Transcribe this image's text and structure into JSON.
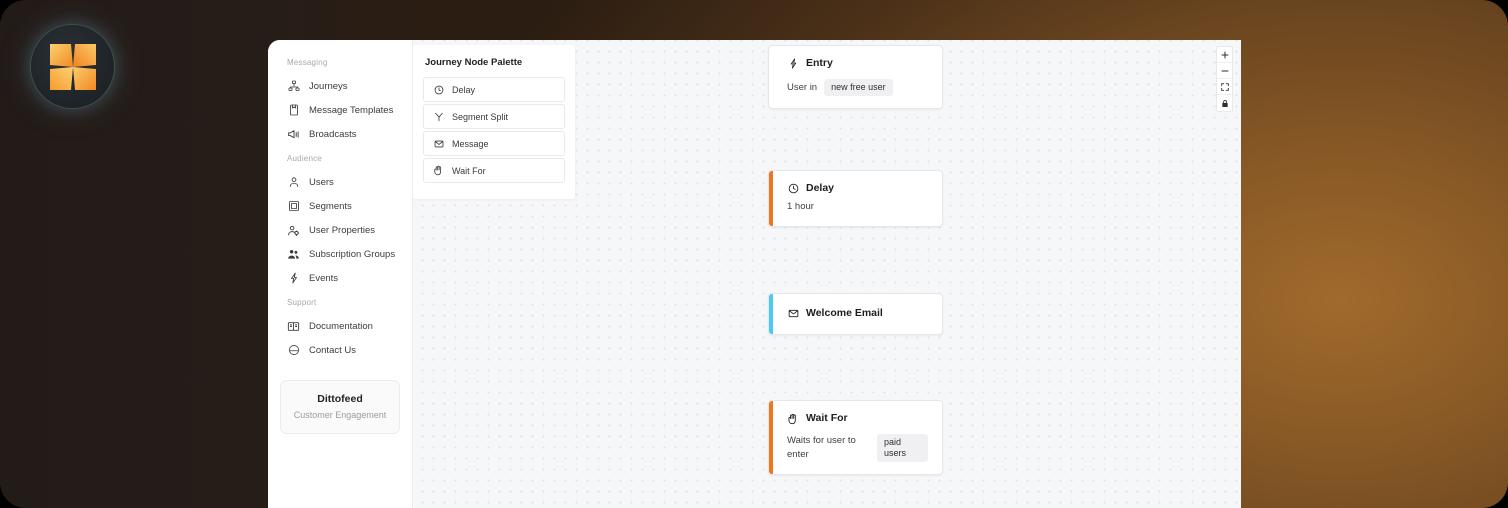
{
  "brand": {
    "logo_icon": "four-point-star-logo",
    "accent_color": "#f5a03c",
    "badge_bg": "#21262b"
  },
  "sidebar": {
    "groups": [
      {
        "label": "Messaging",
        "items": [
          {
            "label": "Journeys",
            "icon": "sitemap-icon"
          },
          {
            "label": "Message Templates",
            "icon": "document-icon"
          },
          {
            "label": "Broadcasts",
            "icon": "megaphone-icon"
          }
        ]
      },
      {
        "label": "Audience",
        "items": [
          {
            "label": "Users",
            "icon": "person-icon"
          },
          {
            "label": "Segments",
            "icon": "grid-box-icon"
          },
          {
            "label": "User Properties",
            "icon": "person-gear-icon"
          },
          {
            "label": "Subscription Groups",
            "icon": "people-icon"
          },
          {
            "label": "Events",
            "icon": "bolt-icon"
          }
        ]
      },
      {
        "label": "Support",
        "items": [
          {
            "label": "Documentation",
            "icon": "book-icon"
          },
          {
            "label": "Contact Us",
            "icon": "chat-icon"
          }
        ]
      }
    ],
    "brand_card": {
      "name": "Dittofeed",
      "tagline": "Customer Engagement"
    }
  },
  "palette": {
    "title": "Journey Node Palette",
    "items": [
      {
        "label": "Delay",
        "icon": "clock-icon"
      },
      {
        "label": "Segment Split",
        "icon": "split-branch-icon"
      },
      {
        "label": "Message",
        "icon": "envelope-icon"
      },
      {
        "label": "Wait For",
        "icon": "hand-icon"
      }
    ]
  },
  "canvas": {
    "controls": [
      {
        "name": "zoom-in",
        "icon": "plus-icon"
      },
      {
        "name": "zoom-out",
        "icon": "minus-icon"
      },
      {
        "name": "fit-view",
        "icon": "fit-screen-icon"
      },
      {
        "name": "lock",
        "icon": "lock-icon"
      }
    ],
    "nodes": [
      {
        "id": "entry",
        "title": "Entry",
        "icon": "bolt-icon",
        "accent": "transparent",
        "sub_text": "User in",
        "chip": "new free user"
      },
      {
        "id": "delay",
        "title": "Delay",
        "icon": "clock-icon",
        "accent": "#f0761e",
        "sub_text": "1 hour",
        "chip": ""
      },
      {
        "id": "email",
        "title": "Welcome Email",
        "icon": "envelope-icon",
        "accent": "#4cc9f0",
        "sub_text": "",
        "chip": ""
      },
      {
        "id": "wait",
        "title": "Wait For",
        "icon": "hand-icon",
        "accent": "#f0761e",
        "sub_text": "Waits for user to enter",
        "chip": "paid users"
      }
    ]
  }
}
